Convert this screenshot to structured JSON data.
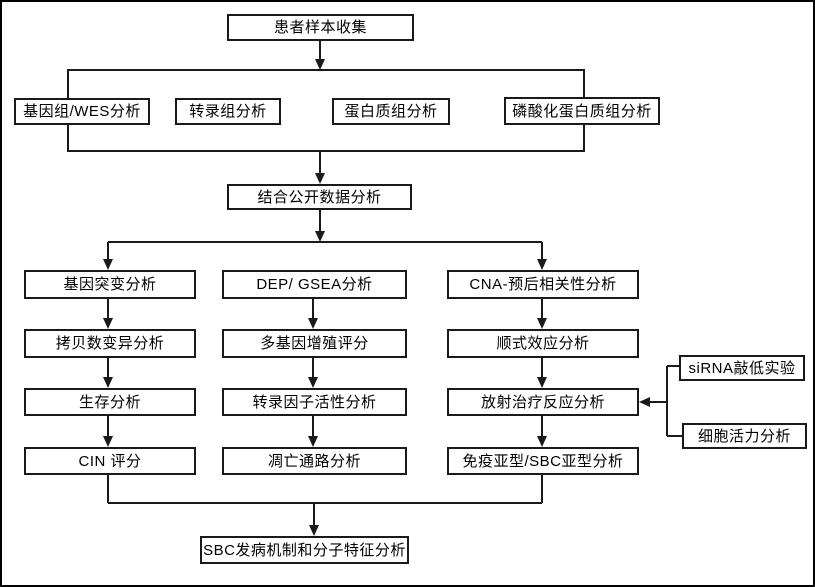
{
  "diagram": {
    "type": "flowchart",
    "language": "zh-CN",
    "colors": {
      "stroke": "#1a1a1a",
      "node_fill": "#ffffff",
      "text": "#000000",
      "background": "#ffffff"
    },
    "top": {
      "label": "患者样本收集"
    },
    "omics_row": [
      {
        "label": "基因组/WES分析"
      },
      {
        "label": "转录组分析"
      },
      {
        "label": "蛋白质组分析"
      },
      {
        "label": "磷酸化蛋白质组分析"
      }
    ],
    "integration": {
      "label": "结合公开数据分析"
    },
    "columns": {
      "left": [
        {
          "label": "基因突变分析"
        },
        {
          "label": "拷贝数变异分析"
        },
        {
          "label": "生存分析"
        },
        {
          "label": "CIN 评分"
        }
      ],
      "middle": [
        {
          "label": "DEP/ GSEA分析"
        },
        {
          "label": "多基因增殖评分"
        },
        {
          "label": "转录因子活性分析"
        },
        {
          "label": "凋亡通路分析"
        }
      ],
      "right": [
        {
          "label": "CNA-预后相关性分析"
        },
        {
          "label": "顺式效应分析"
        },
        {
          "label": "放射治疗反应分析"
        },
        {
          "label": "免疫亚型/SBC亚型分析"
        }
      ]
    },
    "side_experiments": [
      {
        "label": "siRNA敲低实验"
      },
      {
        "label": "细胞活力分析"
      }
    ],
    "bottom": {
      "label": "SBC发病机制和分子特征分析"
    }
  }
}
